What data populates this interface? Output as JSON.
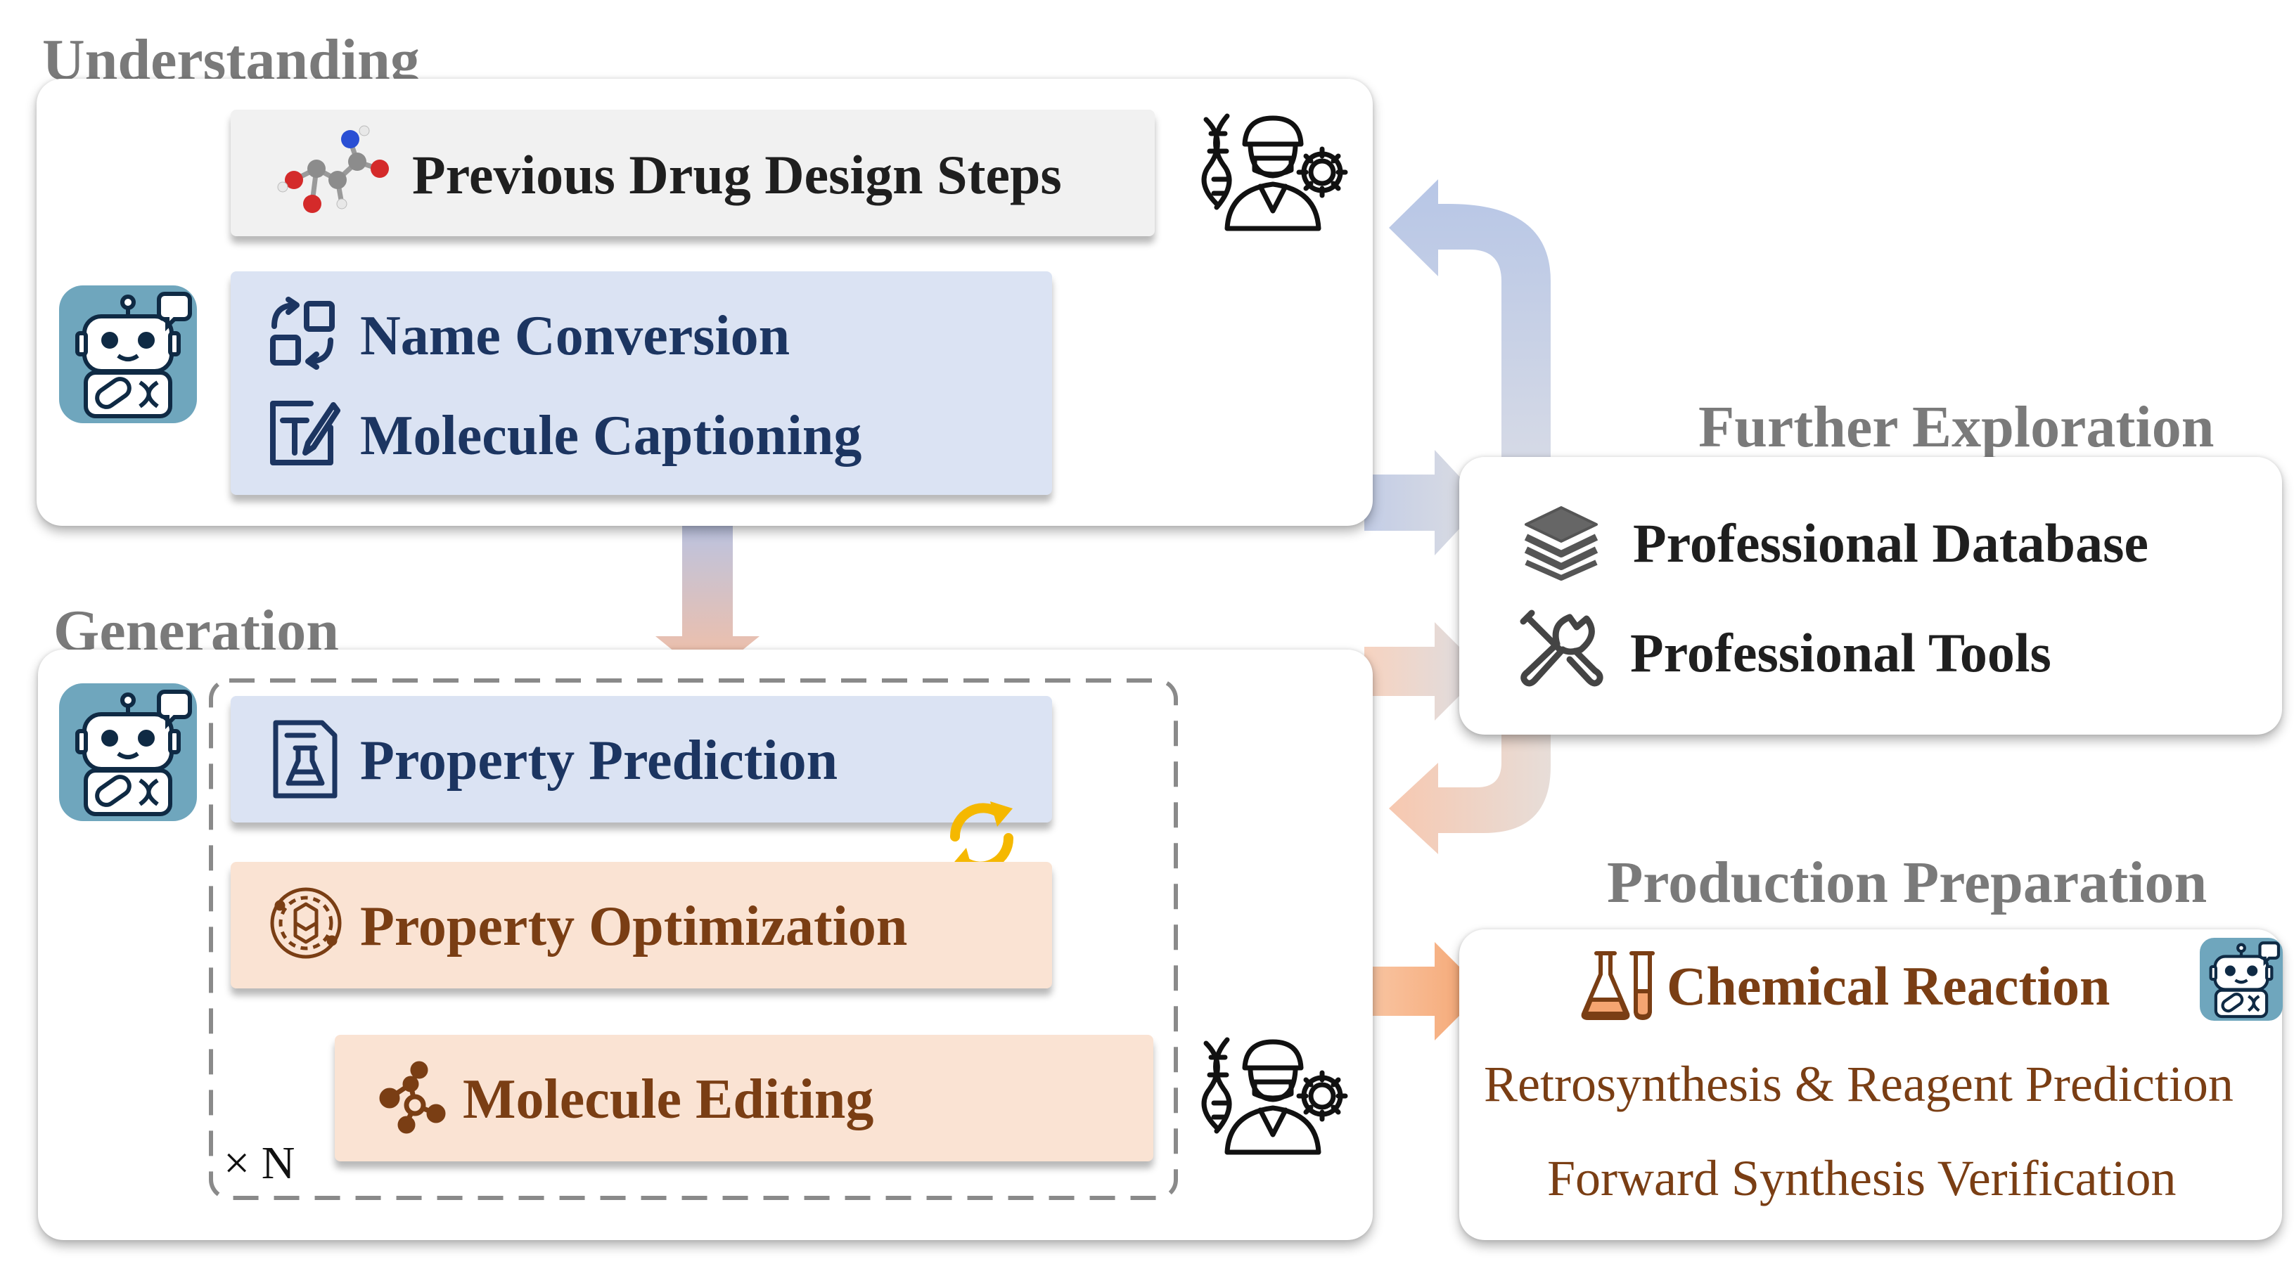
{
  "understanding": {
    "title": "Understanding",
    "previous_steps": "Previous Drug Design Steps",
    "name_conversion": "Name Conversion",
    "molecule_captioning": "Molecule Captioning"
  },
  "generation": {
    "title": "Generation",
    "property_prediction": "Property Prediction",
    "property_optimization": "Property Optimization",
    "molecule_editing": "Molecule Editing",
    "repeat_label": "× N"
  },
  "further_exploration": {
    "title": "Further Exploration",
    "database": "Professional Database",
    "tools": "Professional Tools"
  },
  "production": {
    "title": "Production Preparation",
    "chemical_reaction": "Chemical Reaction",
    "retrosynthesis": "Retrosynthesis & Reagent Prediction",
    "forward_synthesis": "Forward Synthesis Verification"
  },
  "colors": {
    "blue_box": "#dbe3f3",
    "peach_box": "#fae3d3",
    "gray_box": "#f1f1f1",
    "navy_text": "#1c3561",
    "brown_text": "#7a3e14",
    "title_gray": "#7a7a7a",
    "robot_bg": "#6fa6bd",
    "cycle_yellow": "#f5b800"
  },
  "icons": [
    "molecule-icon",
    "scientist-icon",
    "robot-icon",
    "name-conversion-icon",
    "caption-icon",
    "flask-document-icon",
    "optimization-icon",
    "molecule-editing-icon",
    "cycle-arrows-icon",
    "database-icon",
    "tools-icon",
    "chemistry-flask-icon"
  ]
}
